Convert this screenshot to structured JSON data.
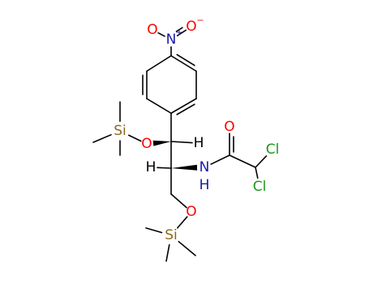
{
  "colors": {
    "bond": "#000000",
    "carbon_h": "#000000",
    "nitrogen": "#1a1aa8",
    "oxygen": "#ff0000",
    "silicon": "#8a6a1a",
    "chlorine": "#1a9a1a"
  },
  "atoms": {
    "nitro_o1": "O",
    "nitro_o2": "O",
    "nitro_n": "N",
    "nitro_plus": "+",
    "nitro_minus": "−",
    "o_upper": "O",
    "si_upper": "Si",
    "h_upper": "H",
    "h_lower": "H",
    "nh_n": "N",
    "nh_h": "H",
    "carbonyl_o": "O",
    "cl1": "Cl",
    "cl2": "Cl",
    "o_lower": "O",
    "si_lower": "Si"
  }
}
